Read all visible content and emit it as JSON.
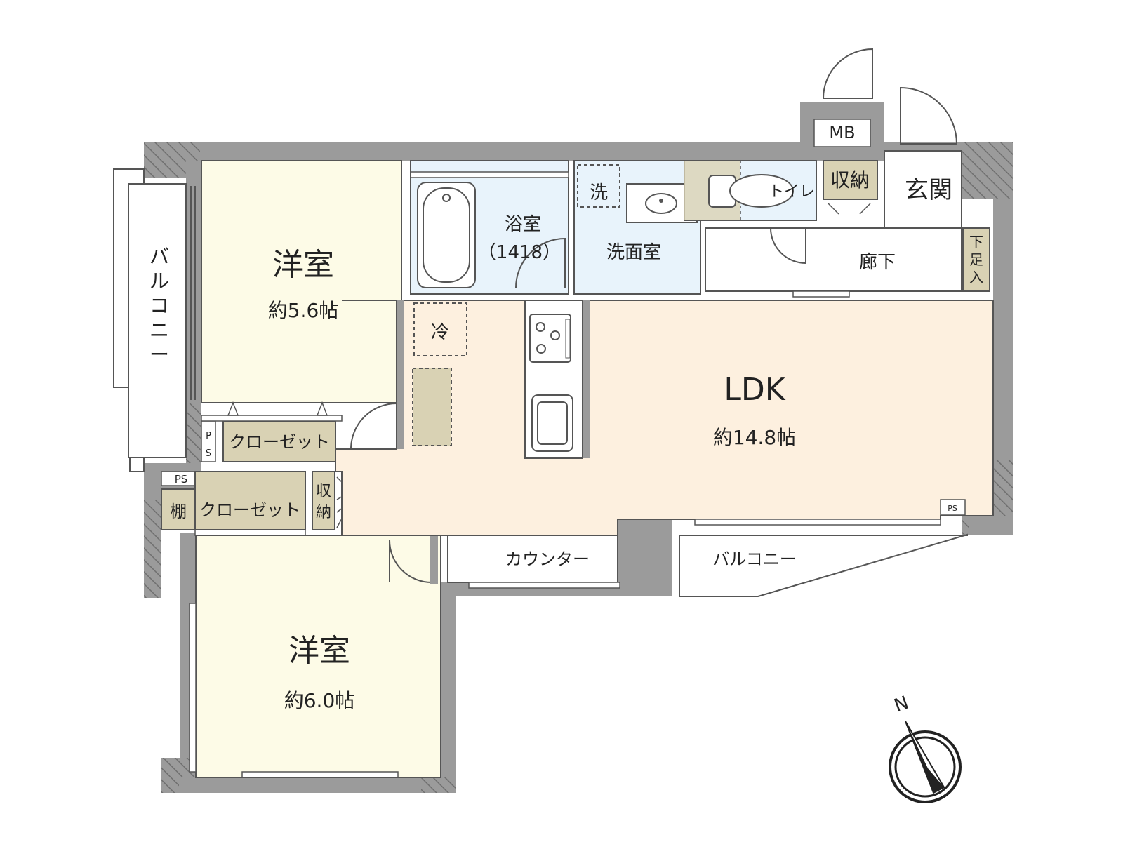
{
  "rooms": {
    "bedroom1": {
      "name": "洋室",
      "size": "約5.6帖"
    },
    "bedroom2": {
      "name": "洋室",
      "size": "約6.0帖"
    },
    "ldk": {
      "name": "LDK",
      "size": "約14.8帖"
    },
    "bath": {
      "name": "浴室",
      "spec": "（1418）"
    },
    "washroom": "洗面室",
    "toilet": "トイレ",
    "entrance": "玄関",
    "hallway": "廊下",
    "storage_top": "収納",
    "shoe_storage": [
      "下",
      "足",
      "入"
    ],
    "closet1": "クローゼット",
    "closet2": "クローゼット",
    "storage_small": [
      "収",
      "納"
    ],
    "shelf": "棚",
    "counter": "カウンター",
    "balcony_right": "バルコニー",
    "balcony_left": [
      "バ",
      "ル",
      "コ",
      "ニ",
      "ー"
    ],
    "mb": "MB",
    "ps": "PS",
    "ps_vertical": [
      "P",
      "S"
    ],
    "washer": "洗",
    "fridge": "冷"
  },
  "compass": {
    "north": "N"
  },
  "colors": {
    "wall": "#9b9b9b",
    "bedroom": "#fdfbe7",
    "ldk": "#fdf0df",
    "wet": "#e8f3fb",
    "storage": "#d9d2b4",
    "outline": "#555555"
  }
}
